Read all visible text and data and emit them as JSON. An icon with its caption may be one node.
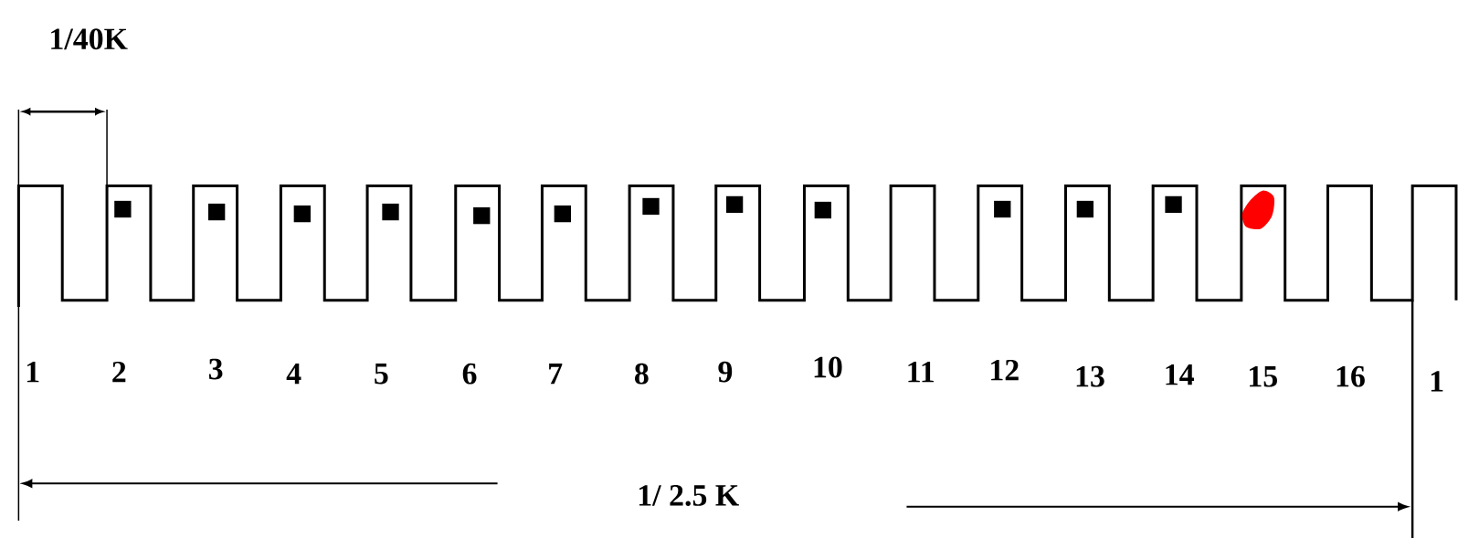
{
  "diagram": {
    "labels": [
      "1/40K",
      "1",
      "2",
      "3",
      "4",
      "5",
      "6",
      "7",
      "8",
      "9",
      "10",
      "11",
      "12",
      "13",
      "14",
      "15",
      "16",
      "1",
      "1/ 2.5 K"
    ]
  }
}
